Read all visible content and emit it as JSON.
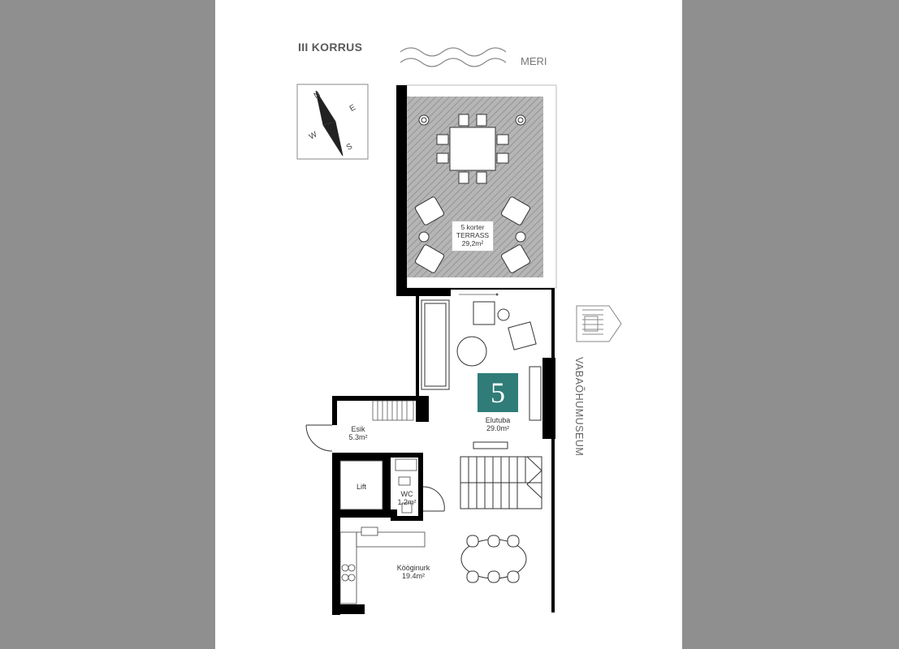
{
  "floor": {
    "title": "III KORRUS"
  },
  "orientation": {
    "sea_label": "MERI",
    "museum_label": "VABAÕHUMUSEUM"
  },
  "compass": {
    "n": "N",
    "e": "E",
    "s": "S",
    "w": "W"
  },
  "apartment": {
    "number": "5"
  },
  "terrace": {
    "line1": "5 korter",
    "line2": "TERRASS",
    "area": "29,2m²"
  },
  "rooms": {
    "living": {
      "name": "Elutuba",
      "area": "29.0m²"
    },
    "entrance": {
      "name": "Esik",
      "area": "5.3m²"
    },
    "lift": {
      "name": "Lift"
    },
    "wc": {
      "name": "WC",
      "area": "1.2m²"
    },
    "kitchen": {
      "name": "Kööginurk",
      "area": "19.4m²"
    }
  },
  "colors": {
    "badge": "#2f7c78",
    "terrace_fill": "#b5b5b5",
    "wall": "#000000"
  }
}
